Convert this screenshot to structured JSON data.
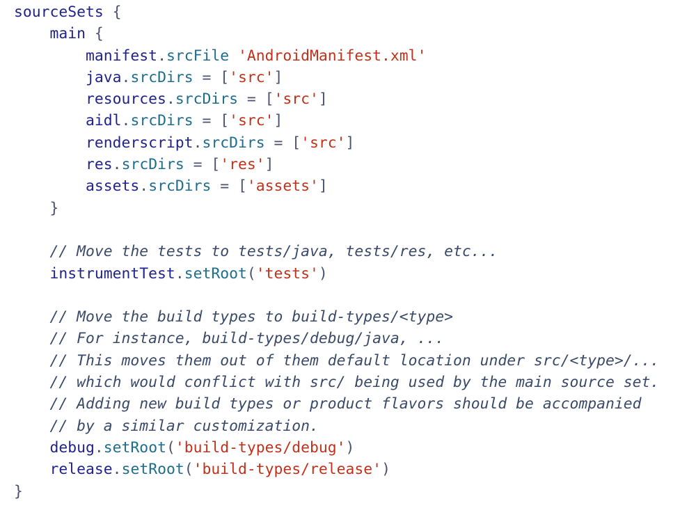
{
  "code": {
    "lines": [
      {
        "segments": [
          {
            "t": "sourceSets",
            "k": "ident"
          },
          {
            "t": " {",
            "k": "op"
          }
        ]
      },
      {
        "segments": [
          {
            "t": "    main",
            "k": "ident"
          },
          {
            "t": " {",
            "k": "op"
          }
        ]
      },
      {
        "segments": [
          {
            "t": "        manifest",
            "k": "ident"
          },
          {
            "t": ".",
            "k": "op"
          },
          {
            "t": "srcFile",
            "k": "member"
          },
          {
            "t": " ",
            "k": "plain"
          },
          {
            "t": "'AndroidManifest.xml'",
            "k": "str"
          }
        ]
      },
      {
        "segments": [
          {
            "t": "        java",
            "k": "ident"
          },
          {
            "t": ".",
            "k": "op"
          },
          {
            "t": "srcDirs",
            "k": "member"
          },
          {
            "t": " = [",
            "k": "op"
          },
          {
            "t": "'src'",
            "k": "str"
          },
          {
            "t": "]",
            "k": "op"
          }
        ]
      },
      {
        "segments": [
          {
            "t": "        resources",
            "k": "ident"
          },
          {
            "t": ".",
            "k": "op"
          },
          {
            "t": "srcDirs",
            "k": "member"
          },
          {
            "t": " = [",
            "k": "op"
          },
          {
            "t": "'src'",
            "k": "str"
          },
          {
            "t": "]",
            "k": "op"
          }
        ]
      },
      {
        "segments": [
          {
            "t": "        aidl",
            "k": "ident"
          },
          {
            "t": ".",
            "k": "op"
          },
          {
            "t": "srcDirs",
            "k": "member"
          },
          {
            "t": " = [",
            "k": "op"
          },
          {
            "t": "'src'",
            "k": "str"
          },
          {
            "t": "]",
            "k": "op"
          }
        ]
      },
      {
        "segments": [
          {
            "t": "        renderscript",
            "k": "ident"
          },
          {
            "t": ".",
            "k": "op"
          },
          {
            "t": "srcDirs",
            "k": "member"
          },
          {
            "t": " = [",
            "k": "op"
          },
          {
            "t": "'src'",
            "k": "str"
          },
          {
            "t": "]",
            "k": "op"
          }
        ]
      },
      {
        "segments": [
          {
            "t": "        res",
            "k": "ident"
          },
          {
            "t": ".",
            "k": "op"
          },
          {
            "t": "srcDirs",
            "k": "member"
          },
          {
            "t": " = [",
            "k": "op"
          },
          {
            "t": "'res'",
            "k": "str"
          },
          {
            "t": "]",
            "k": "op"
          }
        ]
      },
      {
        "segments": [
          {
            "t": "        assets",
            "k": "ident"
          },
          {
            "t": ".",
            "k": "op"
          },
          {
            "t": "srcDirs",
            "k": "member"
          },
          {
            "t": " = [",
            "k": "op"
          },
          {
            "t": "'assets'",
            "k": "str"
          },
          {
            "t": "]",
            "k": "op"
          }
        ]
      },
      {
        "segments": [
          {
            "t": "    }",
            "k": "op"
          }
        ]
      },
      {
        "segments": [
          {
            "t": " ",
            "k": "plain"
          }
        ]
      },
      {
        "segments": [
          {
            "t": "    // Move the tests to tests/java, tests/res, etc...",
            "k": "comment"
          }
        ]
      },
      {
        "segments": [
          {
            "t": "    instrumentTest",
            "k": "ident"
          },
          {
            "t": ".",
            "k": "op"
          },
          {
            "t": "setRoot",
            "k": "member"
          },
          {
            "t": "(",
            "k": "op"
          },
          {
            "t": "'tests'",
            "k": "str"
          },
          {
            "t": ")",
            "k": "op"
          }
        ]
      },
      {
        "segments": [
          {
            "t": " ",
            "k": "plain"
          }
        ]
      },
      {
        "segments": [
          {
            "t": "    // Move the build types to build-types/<type>",
            "k": "comment"
          }
        ]
      },
      {
        "segments": [
          {
            "t": "    // For instance, build-types/debug/java, ...",
            "k": "comment"
          }
        ]
      },
      {
        "segments": [
          {
            "t": "    // This moves them out of them default location under src/<type>/...",
            "k": "comment"
          }
        ]
      },
      {
        "segments": [
          {
            "t": "    // which would conflict with src/ being used by the main source set.",
            "k": "comment"
          }
        ]
      },
      {
        "segments": [
          {
            "t": "    // Adding new build types or product flavors should be accompanied",
            "k": "comment"
          }
        ]
      },
      {
        "segments": [
          {
            "t": "    // by a similar customization.",
            "k": "comment"
          }
        ]
      },
      {
        "segments": [
          {
            "t": "    debug",
            "k": "ident"
          },
          {
            "t": ".",
            "k": "op"
          },
          {
            "t": "setRoot",
            "k": "member"
          },
          {
            "t": "(",
            "k": "op"
          },
          {
            "t": "'build-types/debug'",
            "k": "str"
          },
          {
            "t": ")",
            "k": "op"
          }
        ]
      },
      {
        "segments": [
          {
            "t": "    release",
            "k": "ident"
          },
          {
            "t": ".",
            "k": "op"
          },
          {
            "t": "setRoot",
            "k": "member"
          },
          {
            "t": "(",
            "k": "op"
          },
          {
            "t": "'build-types/release'",
            "k": "str"
          },
          {
            "t": ")",
            "k": "op"
          }
        ]
      },
      {
        "segments": [
          {
            "t": "}",
            "k": "op"
          }
        ]
      }
    ]
  },
  "colors": {
    "background": "#ffffff",
    "identifier": "#21238c",
    "member": "#1f6d8c",
    "string": "#c0321b",
    "comment": "#3a4a6a",
    "punctuation": "#4a5270"
  }
}
